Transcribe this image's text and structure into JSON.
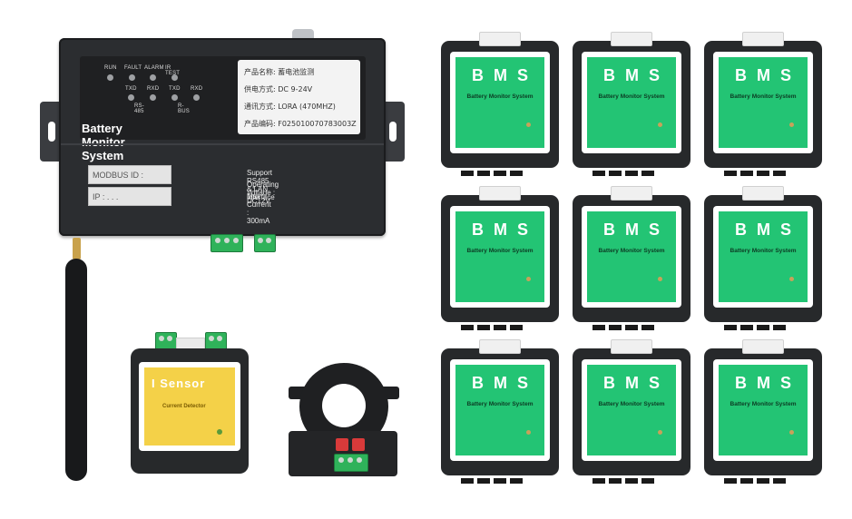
{
  "controller": {
    "leds_top": [
      "RUN",
      "FAULT",
      "ALARM",
      "IR TEST"
    ],
    "leds_mid": [
      "TXD",
      "RXD",
      "TXD",
      "RXD"
    ],
    "group_rs485": "RS-485",
    "group_rbus": "R-BUS",
    "info": [
      "产品名称: 蓄电池监测",
      "供电方式: DC  9-24V",
      "通讯方式: LORA (470MHZ)",
      "产品编码: F025010070783003Z"
    ],
    "title": "Battery Monitor System",
    "modbus_label": "MODBUS ID :",
    "ip_label": "IP :      .      .      .",
    "specs": [
      "Support RS485 & LAN interface",
      "Operating Voltage : DC12V",
      "Max Current : 300mA"
    ]
  },
  "isensor": {
    "title": "I  Sensor",
    "subtitle": "Current Detector"
  },
  "bms_modules": [
    {
      "title": "BMS",
      "subtitle": "Battery Monitor System"
    },
    {
      "title": "BMS",
      "subtitle": "Battery Monitor System"
    },
    {
      "title": "BMS",
      "subtitle": "Battery Monitor System"
    },
    {
      "title": "BMS",
      "subtitle": "Battery Monitor System"
    },
    {
      "title": "BMS",
      "subtitle": "Battery Monitor System"
    },
    {
      "title": "BMS",
      "subtitle": "Battery Monitor System"
    },
    {
      "title": "BMS",
      "subtitle": "Battery Monitor System"
    },
    {
      "title": "BMS",
      "subtitle": "Battery Monitor System"
    },
    {
      "title": "BMS",
      "subtitle": "Battery Monitor System"
    }
  ],
  "colors": {
    "bms_green": "#23c474",
    "sensor_yellow": "#f4d148",
    "housing_black": "#27292b",
    "terminal_green": "#2fb25a"
  }
}
